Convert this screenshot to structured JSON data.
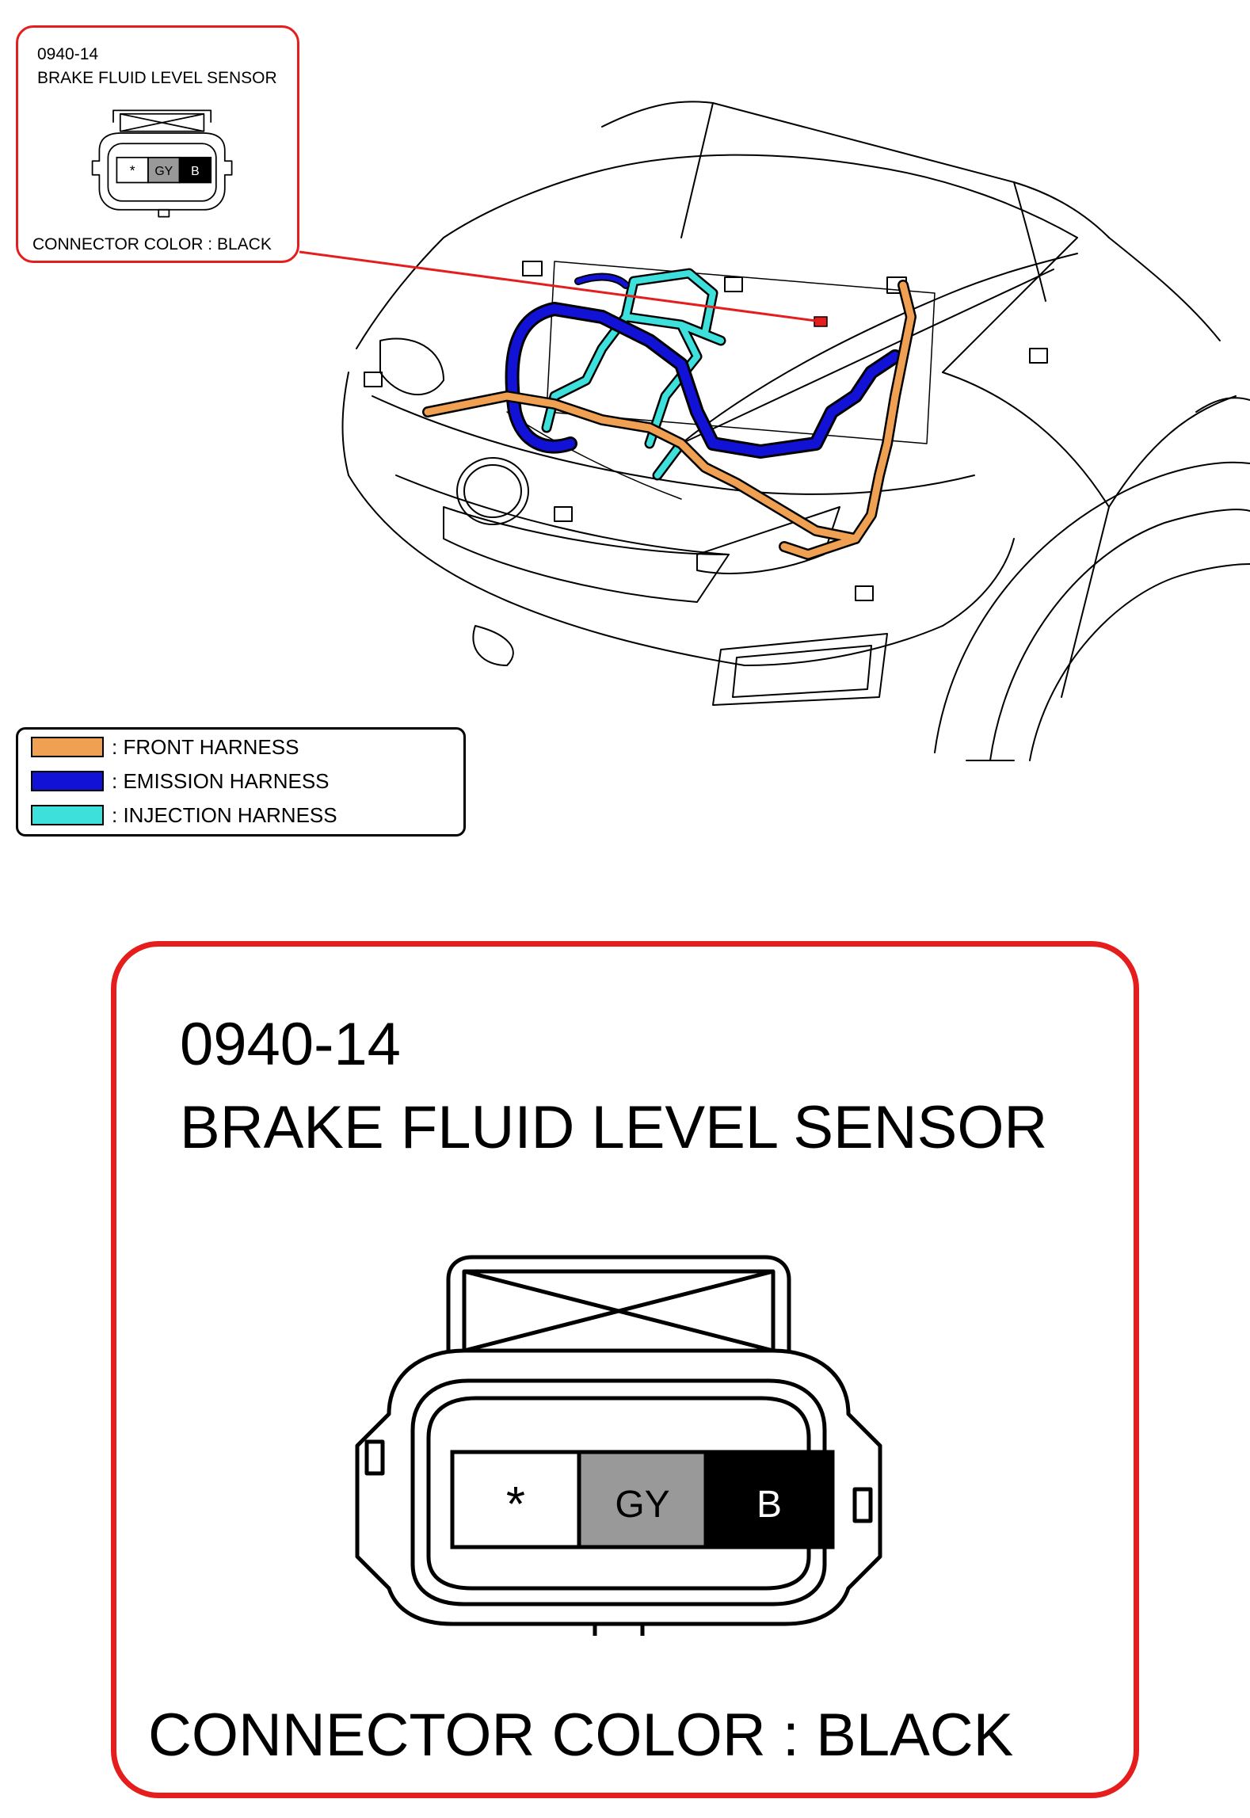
{
  "connector": {
    "code": "0940-14",
    "name": "BRAKE FLUID LEVEL SENSOR",
    "color_note": "CONNECTOR COLOR : BLACK",
    "pins": [
      {
        "label": "*",
        "fill": "#ffffff",
        "text_color": "#000000"
      },
      {
        "label": "GY",
        "fill": "#999999",
        "text_color": "#000000"
      },
      {
        "label": "B",
        "fill": "#000000",
        "text_color": "#ffffff"
      }
    ]
  },
  "legend": {
    "items": [
      {
        "label": ": FRONT HARNESS",
        "color": "#f0a052"
      },
      {
        "label": ": EMISSION HARNESS",
        "color": "#1212d6"
      },
      {
        "label": ": INJECTION HARNESS",
        "color": "#3ee0dc"
      }
    ]
  },
  "colors": {
    "callout_border": "#e51d1d",
    "leader_line": "#e51d1d",
    "front_harness": "#f0a052",
    "emission_harness": "#1212d6",
    "injection_harness": "#3ee0dc"
  }
}
